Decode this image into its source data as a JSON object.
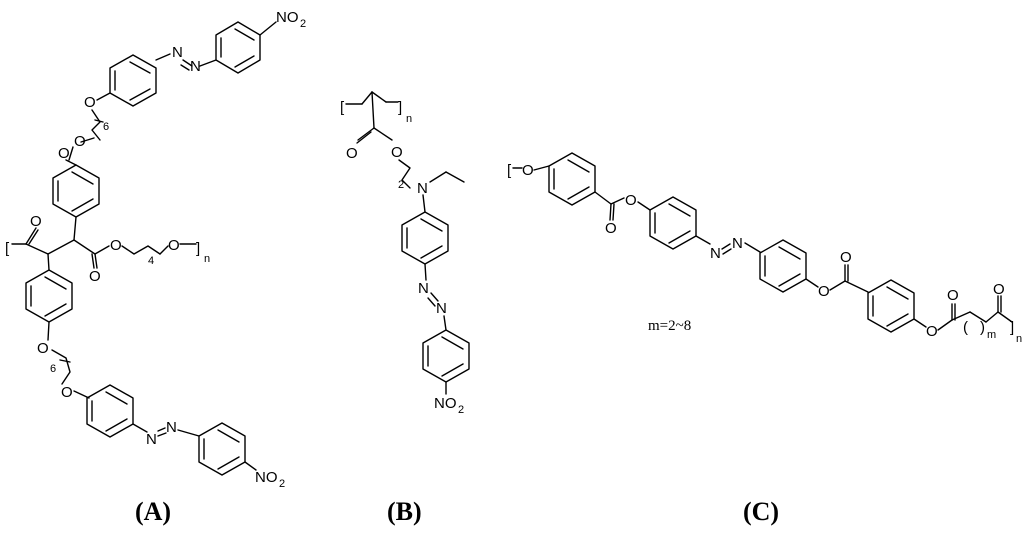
{
  "panels": {
    "A": "(A)",
    "B": "(B)",
    "C": "(C)"
  },
  "atoms": {
    "O": "O",
    "N": "N",
    "NO2": "NO",
    "NO2_sub": "2"
  },
  "subscripts": {
    "n": "n",
    "six": "6",
    "four": "4",
    "two": "2",
    "m": "m"
  },
  "notes": {
    "m_range": "m=2~8"
  }
}
